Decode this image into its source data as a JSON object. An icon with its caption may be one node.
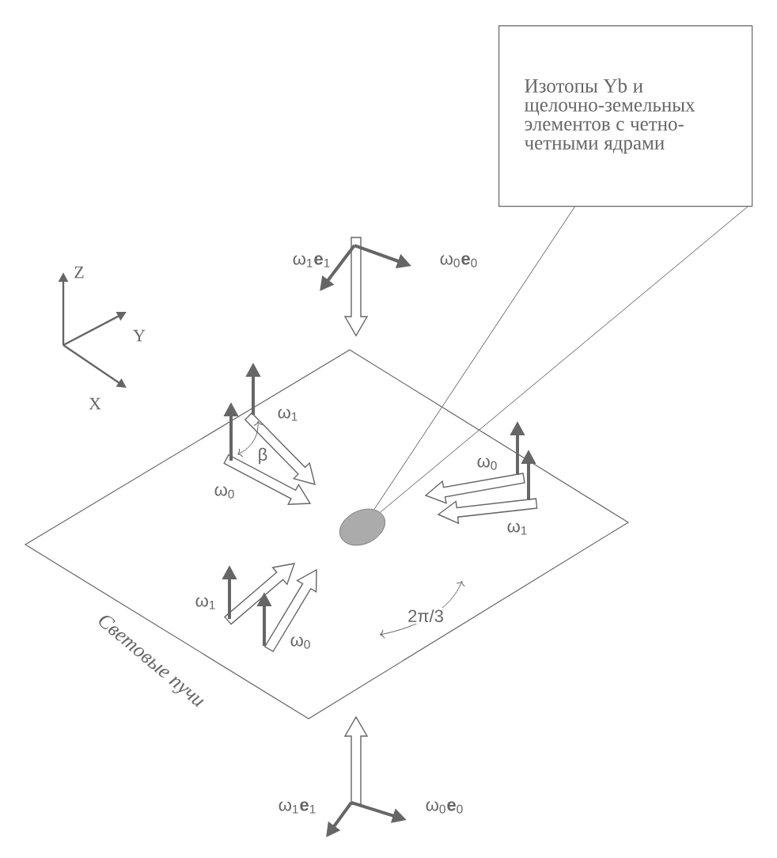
{
  "diagram": {
    "nodes": [
      {
        "text": [
          "Изотопы Yb и щелочно-земельных элементов с четно-четными ядрами"
        ]
      },
      {
        "text": [],
        "shape": "circle"
      }
    ],
    "edges": [
      {
        "from": 0,
        "to": 1,
        "arrow": "none"
      },
      {
        "from": 0,
        "to": 1,
        "arrow": "none"
      }
    ],
    "labels": [
      "ω$_{1}$**e**$_{1}$",
      "ω$_{0}$**e**$_{0}$",
      "Z",
      "Y",
      "X",
      "ω$_{1}$",
      "β",
      "ω$_{0}$",
      "ω$_{0}$",
      "ω$_{1}$",
      "ω$_{1}$",
      "ω$_{0}$",
      "2π/3",
      "Световые пучи",
      "ω$_{1}$**e**$_{1}$",
      "ω$_{0}$**e**$_{0}$"
    ]
  }
}
